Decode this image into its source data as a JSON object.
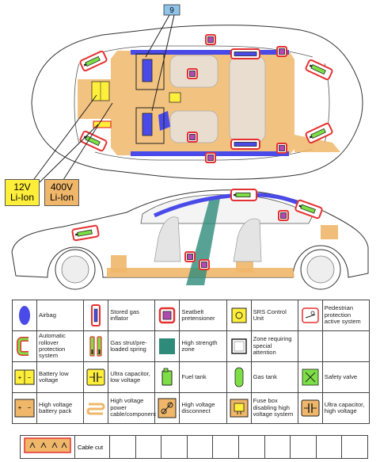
{
  "diagram": {
    "callout_number": "9",
    "battery_12v": [
      "12V",
      "Li-Ion"
    ],
    "battery_400v": [
      "400V",
      "Li-Ion"
    ]
  },
  "legend": [
    {
      "symbol": "airbag-icon",
      "text": "Airbag"
    },
    {
      "symbol": "stored-gas-inflator-icon",
      "text": "Stored gas inflator"
    },
    {
      "symbol": "seatbelt-pretensioner-icon",
      "text": "Seatbelt pretensioner"
    },
    {
      "symbol": "srs-control-unit-icon",
      "text": "SRS Control Unit"
    },
    {
      "symbol": "pedestrian-protection-icon",
      "text": "Pedestrian protection active system"
    },
    {
      "symbol": "rollover-protection-icon",
      "text": "Automatic rollover protection system"
    },
    {
      "symbol": "gas-strut-spring-icon",
      "text": "Gas strut/pre-loaded spring"
    },
    {
      "symbol": "high-strength-zone-icon",
      "text": "High strength zone"
    },
    {
      "symbol": "special-attention-zone-icon",
      "text": "Zone requiring special attention"
    },
    {
      "symbol": "",
      "text": ""
    },
    {
      "symbol": "low-voltage-battery-icon",
      "text": "Battery low voltage"
    },
    {
      "symbol": "ultracapacitor-low-voltage-icon",
      "text": "Ultra capacitor, low voltage"
    },
    {
      "symbol": "fuel-tank-icon",
      "text": "Fuel tank"
    },
    {
      "symbol": "gas-tank-icon",
      "text": "Gas tank"
    },
    {
      "symbol": "safety-valve-icon",
      "text": "Safety valve"
    },
    {
      "symbol": "high-voltage-battery-icon",
      "text": "High voltage battery pack"
    },
    {
      "symbol": "high-voltage-cable-icon",
      "text": "High voltage power cable/component"
    },
    {
      "symbol": "high-voltage-disconnect-icon",
      "text": "High voltage disconnect"
    },
    {
      "symbol": "fuse-box-icon",
      "text": "Fuse box disabling high voltage system"
    },
    {
      "symbol": "ultracapacitor-high-voltage-icon",
      "text": "Ultra capacitor, high voltage"
    }
  ],
  "cut_row": {
    "label": "Cable cut"
  },
  "colors": {
    "hv_orange": "#f0b76a",
    "airbag_blue": "#4a4ae8",
    "strength_teal": "#2e8b7a",
    "battery_yellow": "#ffef3a",
    "inflator_red": "#e53030",
    "green_part": "#7ddf45",
    "callout_blue": "#8fc3ea"
  }
}
